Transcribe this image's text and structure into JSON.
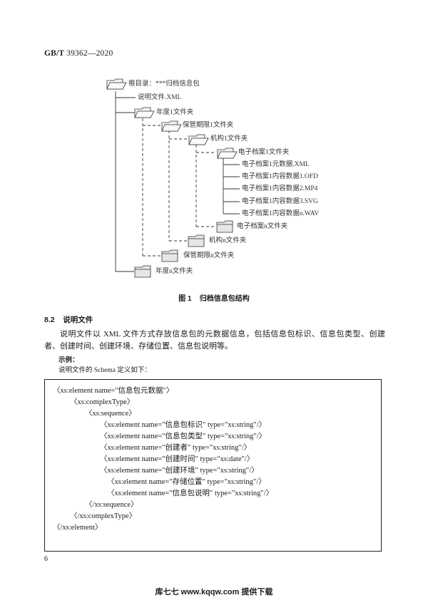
{
  "header": {
    "standard": "GB/T",
    "number": "39362—2020"
  },
  "tree": {
    "root": "根目录：***归档信息包",
    "readme_file": "说明文件.XML",
    "year_folder": "年度1文件夹",
    "retention_folder": "保管期限1文件夹",
    "org_folder": "机构1文件夹",
    "record_folder": "电子档案1文件夹",
    "record_files": [
      "电子档案1元数据.XML",
      "电子档案1内容数据1.OFD",
      "电子档案1内容数据2.MP4",
      "电子档案1内容数据3.SVG",
      "电子档案1内容数据n.WAV"
    ],
    "record_n_folder": "电子档案n文件夹",
    "org_n_folder": "机构n文件夹",
    "retention_n_folder": "保管期限n文件夹",
    "year_n_folder": "年度n文件夹"
  },
  "figure_caption": "图 1    归档信息包结构",
  "section_heading": "8.2    说明文件",
  "paragraph": "说明文件以 XML 文件方式存放信息包的元数据信息，包括信息包标识、信息包类型、创建者、创建时间、创建环境、存储位置、信息包说明等。",
  "example_label": "示例：",
  "example_desc": "说明文件的 Schema 定义如下：",
  "code_lines": [
    "〈xs:element name=\"信息包元数据\"〉",
    "〈xs:complexType〉",
    "〈xs:sequence〉",
    "〈xs:element name=\"信息包标识\" type=\"xs:string\"/〉",
    "〈xs:element name=\"信息包类型\" type=\"xs:string\"/〉",
    "〈xs:element name=\"创建者\" type=\"xs:string\"/〉",
    "〈xs:element name=\"创建时间\" type=\"xs:date\"/〉",
    "〈xs:element name=\"创建环境\" type=\"xs:string\"/〉",
    "〈xs:element name=\"存储位置\" type=\"xs:string\"/〉",
    "〈xs:element name=\"信息包说明\" type=\"xs:string\"/〉",
    "〈/xs:sequence〉",
    "〈/xs:complexType〉",
    "〈/xs:element〉"
  ],
  "page_number": "6",
  "footer": "库七七 www.kqqw.com 提供下载",
  "colors": {
    "folder_fill": "#f2f2f2",
    "line": "#333333"
  }
}
